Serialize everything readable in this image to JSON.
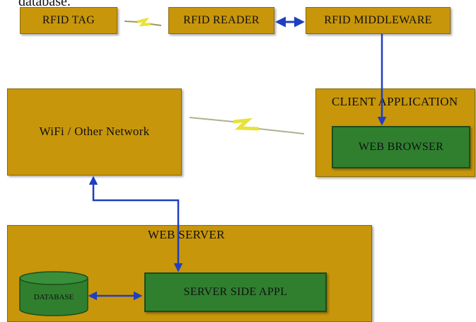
{
  "partial_text": "database.",
  "nodes": {
    "rfid_tag": "RFID TAG",
    "rfid_reader": "RFID READER",
    "rfid_middleware": "RFID MIDDLEWARE",
    "wifi_network": "WiFi / Other Network",
    "client_application": "CLIENT APPLICATION",
    "web_browser": "WEB BROWSER",
    "web_server": "WEB SERVER",
    "database": "DATABASE",
    "server_side_appl": "SERVER SIDE APPL"
  },
  "colors": {
    "box_fill": "#c8960a",
    "inner_box_fill": "#2f7f2f",
    "connector": "#1f3fbf",
    "wireless_link": "#e8e23a"
  }
}
